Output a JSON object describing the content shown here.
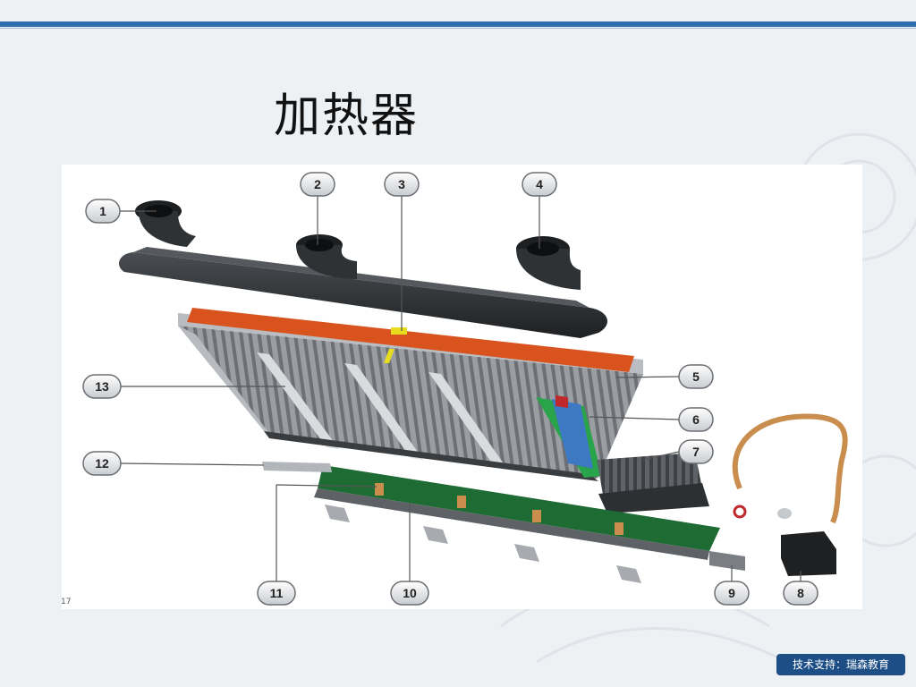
{
  "slide": {
    "title": "加热器",
    "side_code": "17",
    "footer_badge": "技术支持：瑞森教育"
  },
  "colors": {
    "accent_rule": "#2f6fb0",
    "badge_bg": "#1d4f86",
    "cover": "#2b2e31",
    "heat_strip": "#d9531e",
    "marker": "#e8dc1f",
    "fins": "#8f9397",
    "pcb": "#1f6b34",
    "insulator_green": "#2aa44a",
    "insulator_blue": "#3d78c2",
    "cable": "#c98d4e"
  },
  "callouts": [
    {
      "label": "1"
    },
    {
      "label": "2"
    },
    {
      "label": "3"
    },
    {
      "label": "4"
    },
    {
      "label": "5"
    },
    {
      "label": "6"
    },
    {
      "label": "7"
    },
    {
      "label": "8"
    },
    {
      "label": "9"
    },
    {
      "label": "10"
    },
    {
      "label": "11"
    },
    {
      "label": "12"
    },
    {
      "label": "13"
    }
  ]
}
